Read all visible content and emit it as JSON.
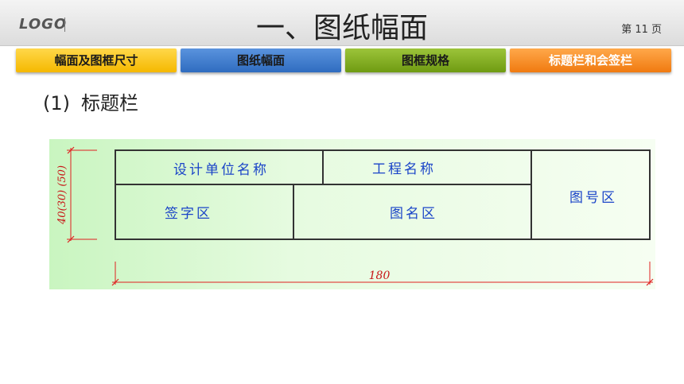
{
  "header": {
    "logo": "LOGO",
    "title": "一、图纸幅面",
    "page_label": "第 11 页"
  },
  "tabs": [
    {
      "label": "幅面及图框尺寸",
      "color": "#f5b800"
    },
    {
      "label": "图纸幅面",
      "color": "#2f6cc0"
    },
    {
      "label": "图框规格",
      "color": "#6f9b12"
    },
    {
      "label": "标题栏和会签栏",
      "color": "#f07a10"
    }
  ],
  "section": {
    "number": "(1)",
    "title": "标题栏"
  },
  "diagram": {
    "cells": {
      "design_unit": "设计单位名称",
      "project_name": "工程名称",
      "signature": "签字区",
      "drawing_name": "图名区",
      "drawing_number": "图号区"
    },
    "dim_height": "40(30) (50)",
    "dim_width": "180",
    "dim_color": "#e02020",
    "text_color": "#1a44c8"
  }
}
